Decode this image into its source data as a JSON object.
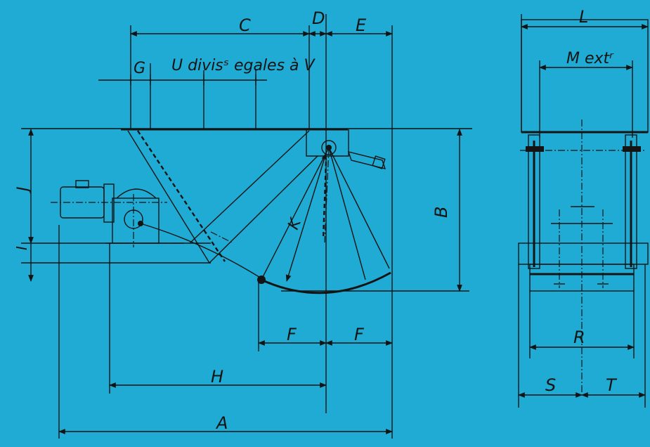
{
  "labels": {
    "A": "A",
    "B": "B",
    "C": "C",
    "D": "D",
    "E": "E",
    "F1": "F",
    "F2": "F",
    "G": "G",
    "H": "H",
    "I": "I",
    "J": "J",
    "K": "K",
    "L": "L",
    "M": "M extʳ",
    "R": "R",
    "S": "S",
    "T": "T",
    "U": "U divisˢ egales à V"
  }
}
